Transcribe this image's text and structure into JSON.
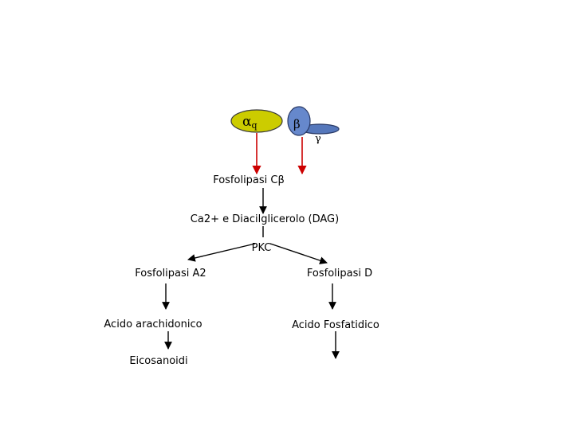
{
  "subunits": {
    "alpha": {
      "symbol": "α",
      "subscript": "q",
      "fill": "#cccc00",
      "stroke": "#3a3a3a"
    },
    "beta": {
      "symbol": "β",
      "fill": "#6688cc",
      "stroke": "#2a3a66"
    },
    "gamma": {
      "symbol": "γ",
      "fill": "#5577bb",
      "stroke": "#2a3a66"
    }
  },
  "labels": {
    "plc": "Fosfolipasi Cβ",
    "second_messengers": "Ca2+ e Diacilglicerolo (DAG)",
    "pkc": "PKC",
    "pla2": "Fosfolipasi A2",
    "pld": "Fosfolipasi D",
    "arachidonic": "Acido arachidonico",
    "phosphatidic": "Acido Fosfatidico",
    "eicosanoids": "Eicosanoidi"
  },
  "colors": {
    "activation_arrow": "#cc0000",
    "arrow": "#000000"
  }
}
